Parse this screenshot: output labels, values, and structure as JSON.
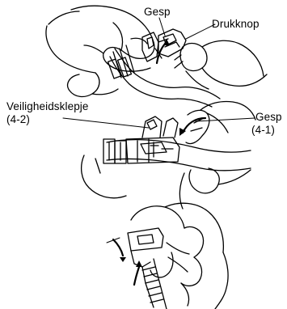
{
  "labels": {
    "clasp_top": "Gesp",
    "push_button": "Drukknop",
    "safety_flap": "Veiligheidsklepje",
    "safety_flap_ref": "(4-2)",
    "clasp_right": "Gesp",
    "clasp_right_ref": "(4-1)"
  }
}
